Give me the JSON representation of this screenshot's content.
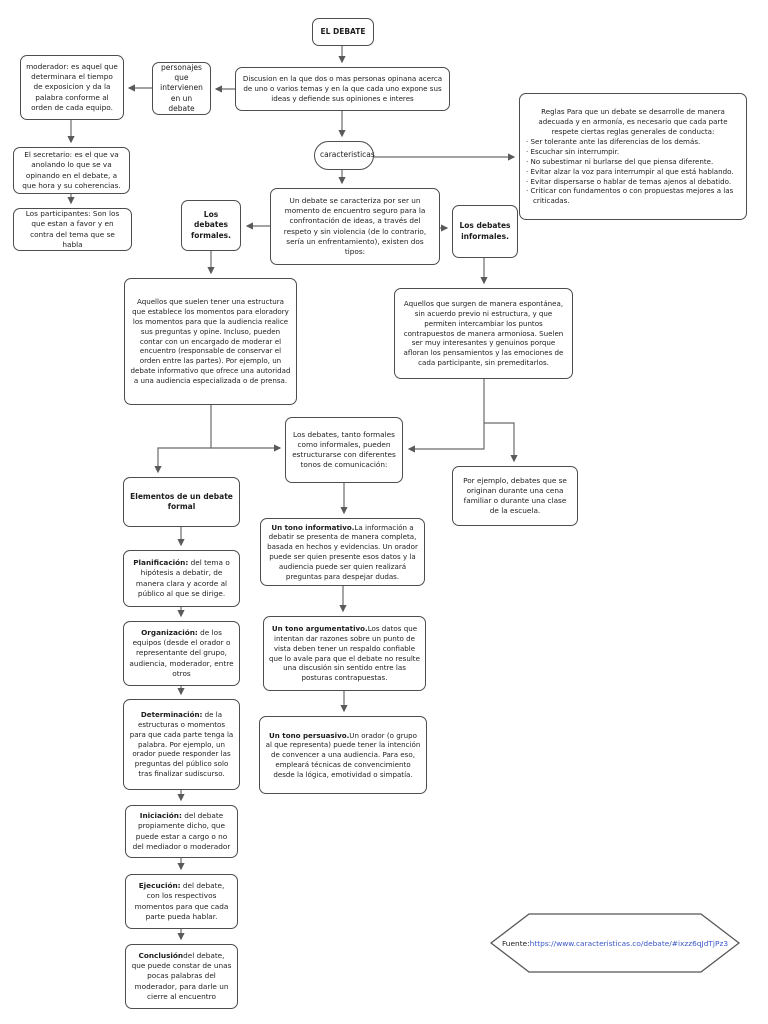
{
  "page": {
    "background": "#ffffff",
    "box_border_color": "#4d4d4d",
    "connector_color": "#6a6a6a",
    "link_color": "#3a57c8"
  },
  "nodes": {
    "title": {
      "text": "EL DEBATE"
    },
    "definicion": {
      "text": "Discusion en la que dos o mas personas opinana acerca de uno o varios temas y en la que cada uno expone sus ideas y defiende sus opiniones e interes"
    },
    "personajes": {
      "text": "personajes que intervienen en un debate"
    },
    "moderador": {
      "text": "moderador: es aquel que determinara el tiempo de exposicion y da la palabra conforme al orden de cada equipo."
    },
    "secretario": {
      "text": "El secretario: es el que va anolando lo que se va opinando en el debate,  a que hora y su coherencias."
    },
    "participantes": {
      "text": "Los participantes: Son los que estan a favor y en contra del tema que se habla"
    },
    "caracteristicas": {
      "text": "caracteristicas"
    },
    "reglas": {
      "intro": "Reglas Para que un debate se desarrolle de manera adecuada y en armonía, es necesario que cada parte respete ciertas reglas generales de conducta:",
      "items": [
        "Ser tolerante ante las diferencias de los demás.",
        "Escuchar sin interrumpir.",
        "No subestimar ni burlarse del que piensa diferente.",
        "Evitar alzar la voz para interrumpir al que está hablando.",
        "Evitar dispersarse o hablar de temas ajenos al debatido.",
        "Criticar con fundamentos o con propuestas mejores a las criticadas."
      ]
    },
    "tipos": {
      "text": "Un debate se caracteriza por ser un momento de encuentro seguro para la confrontación de ideas, a través del respeto y sin violencia (de lo contrario, sería un enfrentamiento), existen dos tipos:"
    },
    "formales": {
      "text": "Los debates formales."
    },
    "informales": {
      "text": "Los debates informales."
    },
    "formales_desc": {
      "text": "Aquellos que suelen tener una estructura que establece los momentos para eloradory los momentos para que la audiencia realice sus preguntas y opine. Incluso, pueden contar con un encargado de moderar el encuentro (responsable de conservar el orden entre las partes). Por ejemplo, un debate informativo que ofrece una autoridad a una audiencia especializada o de prensa."
    },
    "informales_desc": {
      "text": "Aquellos que surgen de manera espontánea, sin acuerdo previo ni estructura, y que permiten intercambiar los puntos contrapuestos de manera armoniosa. Suelen ser muy interesantes y genuinos porque afloran los pensamientos y las emociones de cada participante, sin premeditarlos."
    },
    "tonos": {
      "text": "Los debates, tanto formales como informales, pueden estructurarse con diferentes tonos de comunicación:"
    },
    "ejemplo_informal": {
      "text": "Por ejemplo, debates que se originan durante una cena familiar o durante una clase de la escuela."
    },
    "elementos": {
      "text": "Elementos de un debate formal"
    },
    "planificacion": {
      "lead": "Planificación:",
      "rest": " del tema o hipótesis a debatir, de manera clara y acorde al público al que se dirige."
    },
    "organizacion": {
      "lead": "Organización:",
      "rest": " de los equipos (desde el orador o representante del grupo, audiencia, moderador, entre otros"
    },
    "determinacion": {
      "lead": "Determinación:",
      "rest": " de la estructuras o momentos para que cada parte tenga la palabra. Por ejemplo, un orador puede responder las preguntas del público solo tras finalizar sudiscurso."
    },
    "iniciacion": {
      "lead": "Iniciación:",
      "rest": " del debate propiamente dicho, que puede estar a cargo o no del mediador o moderador"
    },
    "ejecucion": {
      "lead": "Ejecución:",
      "rest": " del debate, con los respectivos momentos para que cada parte pueda hablar."
    },
    "conclusion": {
      "lead": "Conclusión",
      "rest": "del debate, que puede constar de unas pocas palabras del moderador, para darle un cierre al encuentro"
    },
    "tono_informativo": {
      "lead": "Un tono informativo.",
      "rest": "La información a debatir se presenta de manera completa, basada en hechos y evidencias. Un orador puede ser quien presente esos datos y la audiencia puede ser quien realizará preguntas para despejar dudas."
    },
    "tono_argumentativo": {
      "lead": "Un tono argumentativo.",
      "rest": "Los datos que intentan dar razones sobre un punto de vista deben tener un respaldo confiable que lo avale para que el debate no resulte una discusión sin sentido entre las posturas contrapuestas."
    },
    "tono_persuasivo": {
      "lead": "Un tono persuasivo.",
      "rest": "Un orador (o grupo al que representa) puede tener la intención de convencer a una audiencia. Para eso, empleará técnicas de convencimiento desde la lógica, emotividad o simpatía."
    },
    "fuente": {
      "label": "Fuente:",
      "url": "https://www.caracteristicas.co/debate/#ixzz6qJdTjPz3"
    }
  }
}
